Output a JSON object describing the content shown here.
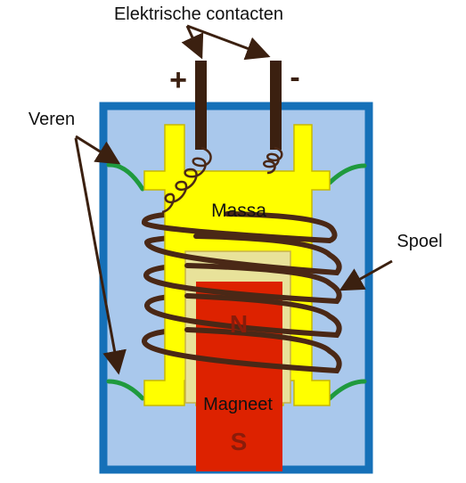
{
  "labels": {
    "contacts": "Elektrische contacten",
    "springs": "Veren",
    "coil": "Spoel",
    "mass": "Massa",
    "magnet": "Magneet",
    "north": "N",
    "south": "S",
    "plus": "+",
    "minus": "-"
  },
  "colors": {
    "housing_border": "#1570b8",
    "housing_fill": "#a9c8ec",
    "mass": "#ffff00",
    "mass_outline": "#b8a800",
    "sleeve": "#e8e29a",
    "magnet": "#dd2200",
    "magnet_text": "#8a1c0a",
    "coil": "#4a2816",
    "contact": "#3b2010",
    "spring": "#1f9a3e",
    "arrow": "#3b2010"
  }
}
